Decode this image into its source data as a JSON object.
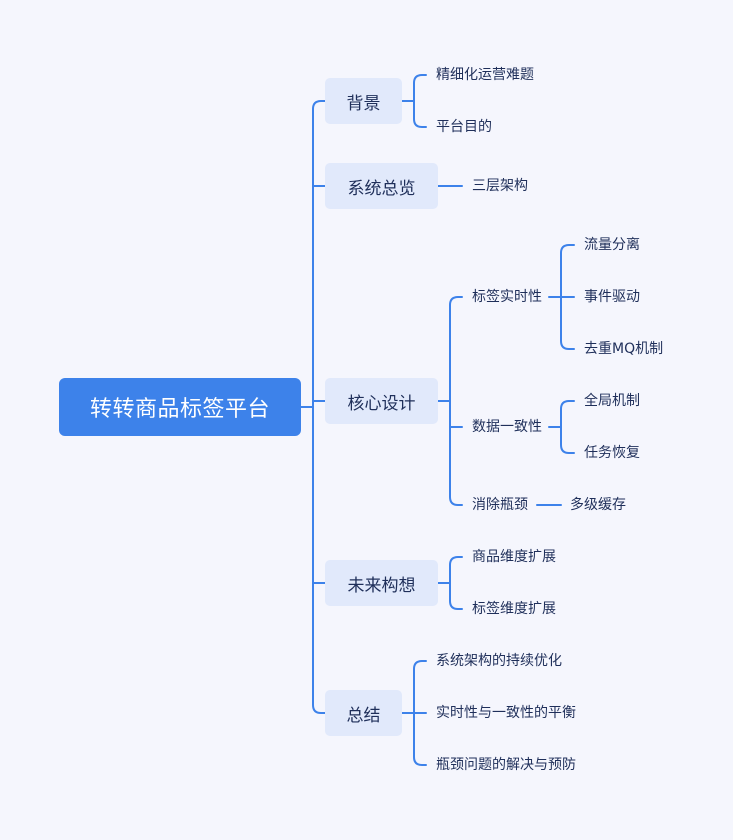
{
  "root": "转转商品标签平台",
  "branches": {
    "background": {
      "label": "背景",
      "children": [
        "精细化运营难题",
        "平台目的"
      ]
    },
    "overview": {
      "label": "系统总览",
      "children": [
        "三层架构"
      ]
    },
    "core": {
      "label": "核心设计",
      "realtime": {
        "label": "标签实时性",
        "children": [
          "流量分离",
          "事件驱动",
          "去重MQ机制"
        ]
      },
      "consistency": {
        "label": "数据一致性",
        "children": [
          "全局机制",
          "任务恢复"
        ]
      },
      "bottleneck": {
        "label": "消除瓶颈",
        "children": [
          "多级缓存"
        ]
      }
    },
    "future": {
      "label": "未来构想",
      "children": [
        "商品维度扩展",
        "标签维度扩展"
      ]
    },
    "summary": {
      "label": "总结",
      "children": [
        "系统架构的持续优化",
        "实时性与一致性的平衡",
        "瓶颈问题的解决与预防"
      ]
    }
  },
  "colors": {
    "line": "#3d82ea",
    "root_bg": "#3d82ea",
    "branch_bg": "#e1e9fb",
    "text": "#1f2f5a",
    "background": "#f5f6fd"
  }
}
